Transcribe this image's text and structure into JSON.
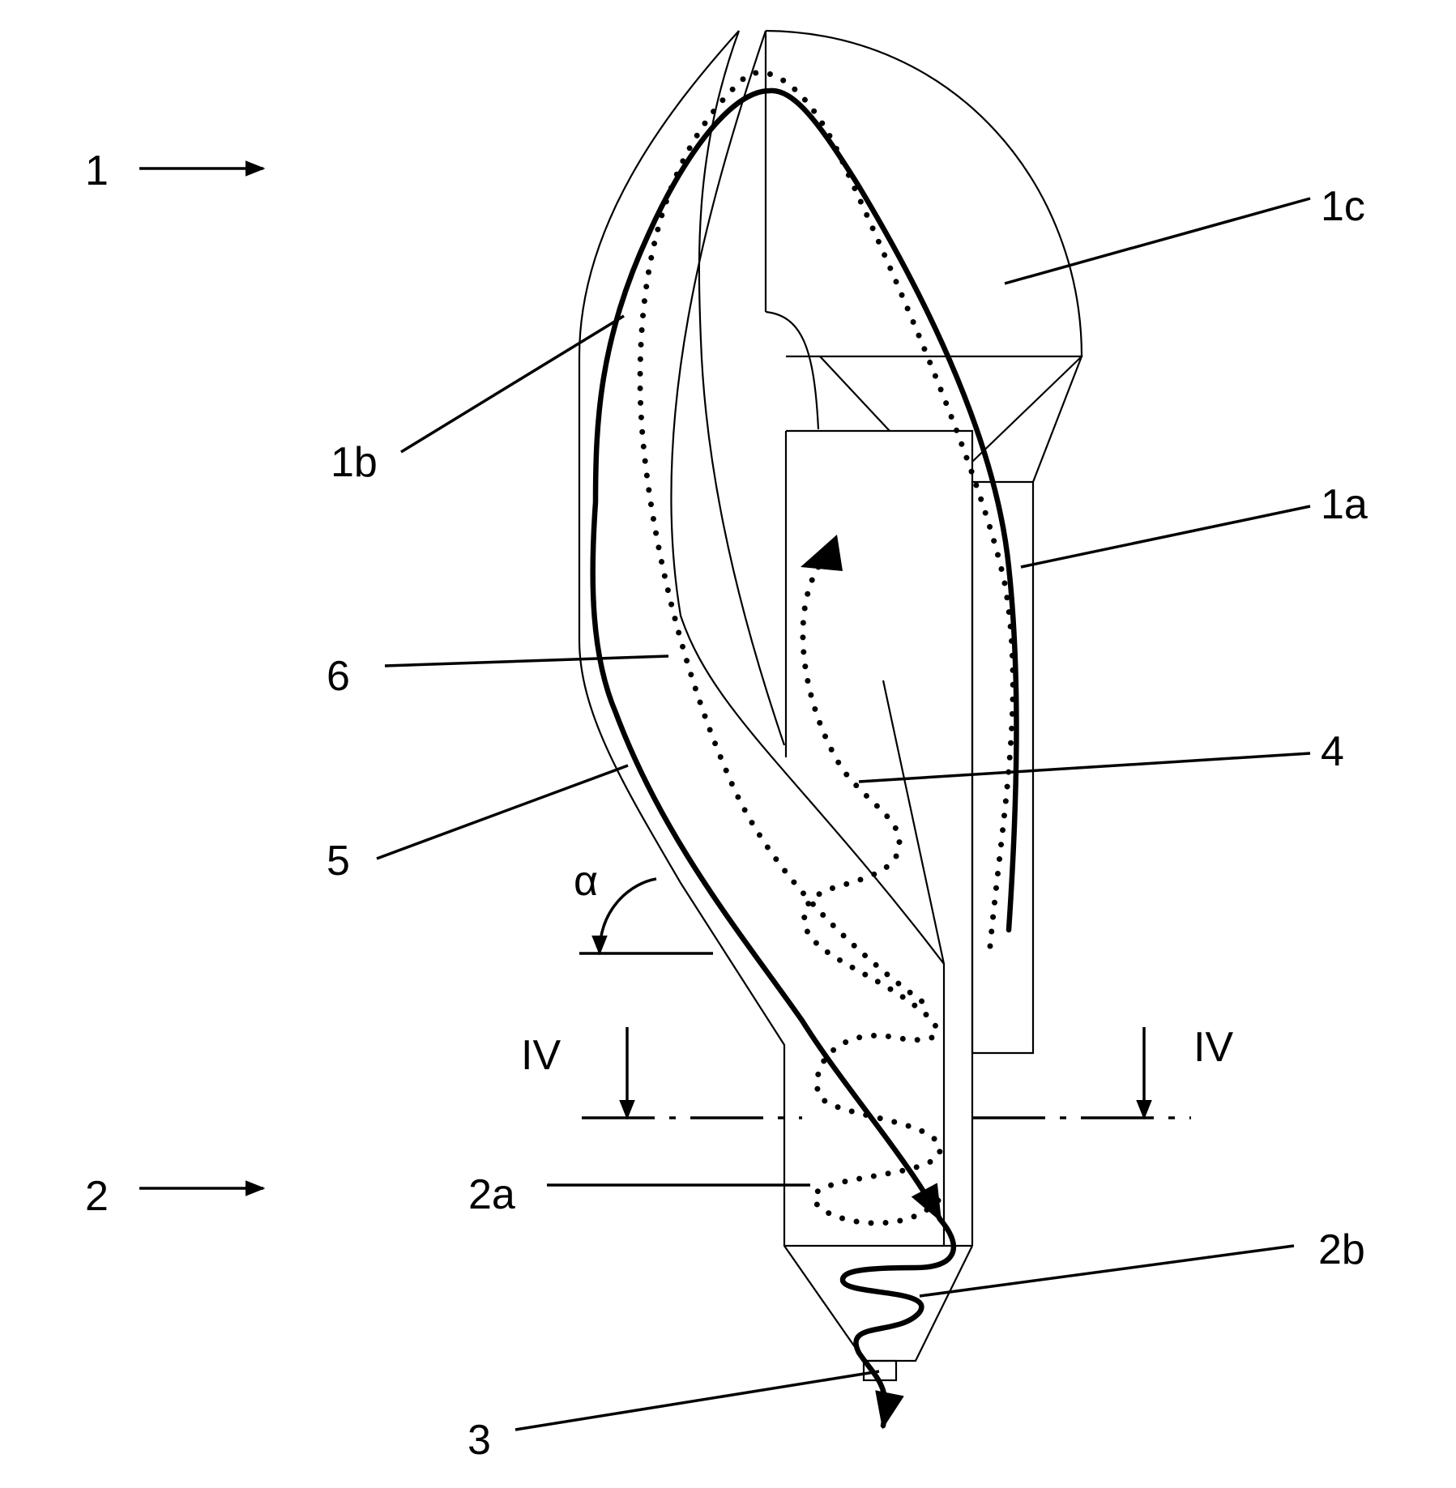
{
  "labels": {
    "l1": "1",
    "l1a": "1a",
    "l1b": "1b",
    "l1c": "1c",
    "l2": "2",
    "l2a": "2a",
    "l2b": "2b",
    "l3": "3",
    "l4": "4",
    "l5": "5",
    "l6": "6",
    "alpha": "α",
    "section_left": "IV",
    "section_right": "IV"
  },
  "colors": {
    "ink": "#000000",
    "paper": "#ffffff"
  }
}
